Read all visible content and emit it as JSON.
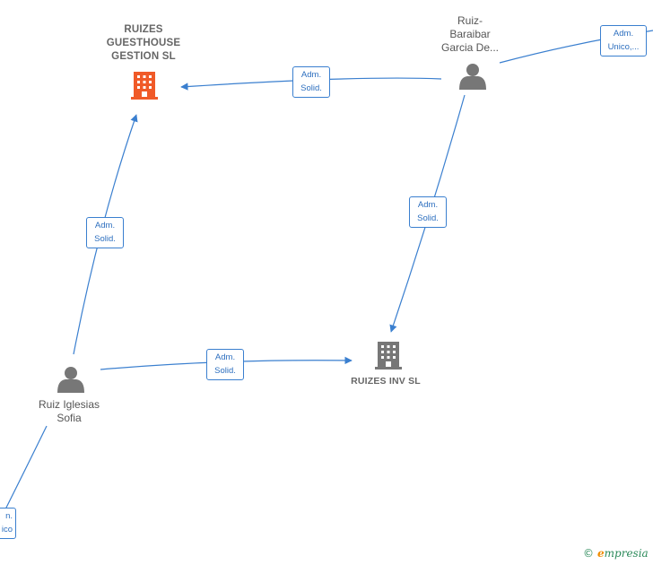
{
  "nodes": {
    "guesthouse": {
      "label": "RUIZES\nGUESTHOUSE\nGESTION  SL",
      "type": "company",
      "color": "#f05a28"
    },
    "inv": {
      "label": "RUIZES INV  SL",
      "type": "company",
      "color": "#777777"
    },
    "baraibar": {
      "label": "Ruiz-\nBaraibar\nGarcia De...",
      "type": "person"
    },
    "sofia": {
      "label": "Ruiz Iglesias\nSofia",
      "type": "person"
    }
  },
  "edges": {
    "baraibar_guesthouse": "Adm.\nSolid.",
    "baraibar_inv": "Adm.\nSolid.",
    "sofia_guesthouse": "Adm.\nSolid.",
    "sofia_inv": "Adm.\nSolid.",
    "offscreen_top_right": "Adm.\nUnico,...",
    "offscreen_bottom_left": "n.\nico"
  },
  "brand": {
    "symbol": "©",
    "name": "mpresia",
    "initial": "e"
  },
  "colors": {
    "edge": "#3a7fcf",
    "person": "#777777"
  }
}
